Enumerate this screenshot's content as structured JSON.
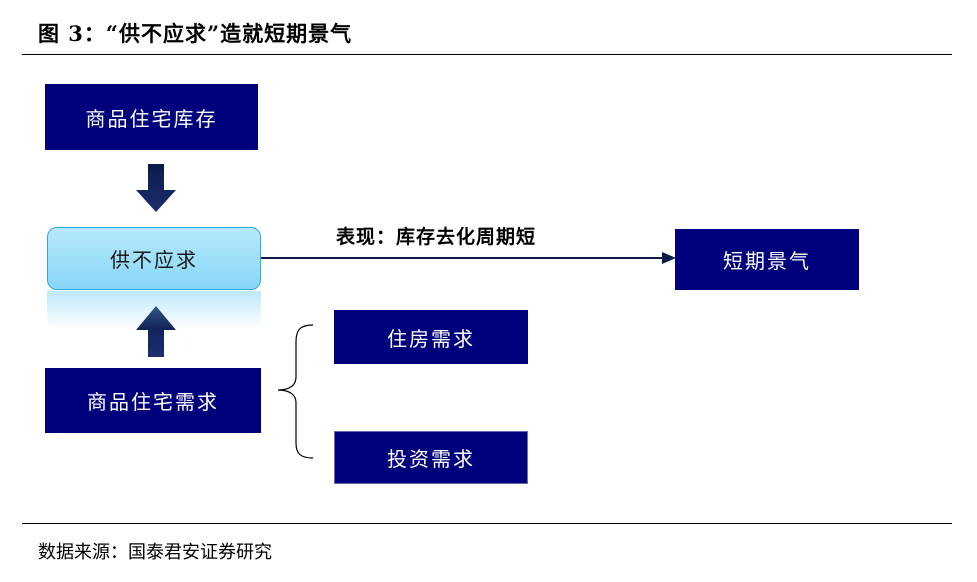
{
  "figure": {
    "title": "图 3：“供不应求”造就短期景气",
    "source": "数据来源：国泰君安证券研究"
  },
  "nodes": {
    "inventory": "商品住宅库存",
    "supply_demand": "供不应求",
    "demand": "商品住宅需求",
    "housing_demand": "住房需求",
    "investment_demand": "投资需求",
    "prosperity": "短期景气"
  },
  "edges": {
    "main_label": "表现：库存去化周期短"
  },
  "colors": {
    "box_fill": "#00007c",
    "highlight_fill": "#86d6f6",
    "arrow": "#0a1a4a"
  }
}
